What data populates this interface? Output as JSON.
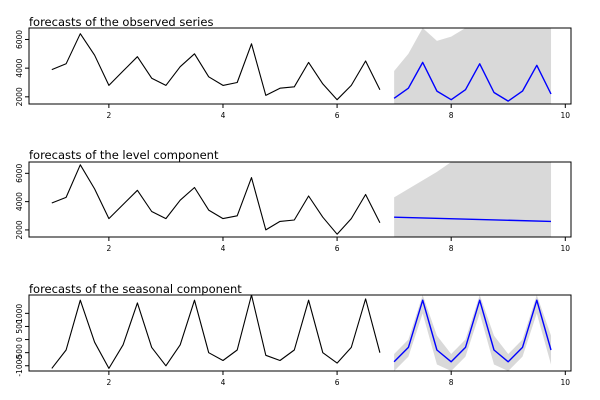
{
  "colors": {
    "observed": "#000000",
    "forecast": "#0000ff",
    "interval": "#d9d9d9",
    "axis": "#000000"
  },
  "chart_data": [
    {
      "type": "line",
      "title": "forecasts of the observed series",
      "xlabel": "",
      "ylabel": "",
      "xlim": [
        0.6,
        10.1
      ],
      "ylim": [
        1500,
        6800
      ],
      "x_ticks": [
        2,
        4,
        6,
        8,
        10
      ],
      "y_ticks": [
        2000,
        4000,
        6000
      ],
      "series": [
        {
          "role": "observed",
          "x": [
            1.0,
            1.25,
            1.5,
            1.75,
            2.0,
            2.25,
            2.5,
            2.75,
            3.0,
            3.25,
            3.5,
            3.75,
            4.0,
            4.25,
            4.5,
            4.75,
            5.0,
            5.25,
            5.5,
            5.75,
            6.0,
            6.25,
            6.5,
            6.75
          ],
          "y": [
            3900,
            4300,
            6400,
            4900,
            2800,
            3800,
            4800,
            3300,
            2800,
            4100,
            5000,
            3400,
            2800,
            3000,
            5700,
            2100,
            2600,
            2700,
            4400,
            2900,
            1800,
            2800,
            4500,
            2500
          ]
        },
        {
          "role": "forecast",
          "x": [
            7.0,
            7.25,
            7.5,
            7.75,
            8.0,
            8.25,
            8.5,
            8.75,
            9.0,
            9.25,
            9.5,
            9.75
          ],
          "y": [
            1900,
            2600,
            4400,
            2400,
            1800,
            2500,
            4300,
            2300,
            1700,
            2400,
            4200,
            2200
          ]
        }
      ],
      "interval": {
        "x": [
          7.0,
          7.25,
          7.5,
          7.75,
          8.0,
          8.25,
          8.5,
          8.75,
          9.0,
          9.25,
          9.5,
          9.75
        ],
        "lower": [
          1500,
          1500,
          1500,
          1500,
          1500,
          1500,
          1500,
          1500,
          1500,
          1500,
          1500,
          1500
        ],
        "upper": [
          3800,
          5000,
          6800,
          5900,
          6200,
          6800,
          6800,
          6800,
          6800,
          6800,
          6800,
          6800
        ]
      }
    },
    {
      "type": "line",
      "title": "forecasts of the level component",
      "xlabel": "",
      "ylabel": "",
      "xlim": [
        0.6,
        10.1
      ],
      "ylim": [
        1500,
        6800
      ],
      "x_ticks": [
        2,
        4,
        6,
        8,
        10
      ],
      "y_ticks": [
        2000,
        4000,
        6000
      ],
      "series": [
        {
          "role": "observed",
          "x": [
            1.0,
            1.25,
            1.5,
            1.75,
            2.0,
            2.25,
            2.5,
            2.75,
            3.0,
            3.25,
            3.5,
            3.75,
            4.0,
            4.25,
            4.5,
            4.75,
            5.0,
            5.25,
            5.5,
            5.75,
            6.0,
            6.25,
            6.5,
            6.75
          ],
          "y": [
            3900,
            4300,
            6600,
            4900,
            2800,
            3800,
            4800,
            3300,
            2800,
            4100,
            5000,
            3400,
            2800,
            3000,
            5700,
            2000,
            2600,
            2700,
            4400,
            2900,
            1700,
            2800,
            4500,
            2500
          ]
        },
        {
          "role": "forecast",
          "x": [
            7.0,
            9.75
          ],
          "y": [
            2900,
            2600
          ]
        }
      ],
      "interval": {
        "x": [
          7.0,
          7.25,
          7.5,
          7.75,
          8.0,
          8.25,
          8.5,
          8.75,
          9.0,
          9.25,
          9.5,
          9.75
        ],
        "lower": [
          1500,
          1500,
          1500,
          1500,
          1500,
          1500,
          1500,
          1500,
          1500,
          1500,
          1500,
          1500
        ],
        "upper": [
          4300,
          4900,
          5500,
          6100,
          6800,
          6800,
          6800,
          6800,
          6800,
          6800,
          6800,
          6800
        ]
      }
    },
    {
      "type": "line",
      "title": "forecasts of the seasonal component",
      "xlabel": "",
      "ylabel": "",
      "xlim": [
        0.6,
        10.1
      ],
      "ylim": [
        -1200,
        1700
      ],
      "x_ticks": [
        2,
        4,
        6,
        8,
        10
      ],
      "y_ticks": [
        -1000,
        -500,
        0,
        500,
        1000
      ],
      "series": [
        {
          "role": "observed",
          "x": [
            1.0,
            1.25,
            1.5,
            1.75,
            2.0,
            2.25,
            2.5,
            2.75,
            3.0,
            3.25,
            3.5,
            3.75,
            4.0,
            4.25,
            4.5,
            4.75,
            5.0,
            5.25,
            5.5,
            5.75,
            6.0,
            6.25,
            6.5,
            6.75
          ],
          "y": [
            -1100,
            -400,
            1500,
            -100,
            -1100,
            -200,
            1400,
            -300,
            -1000,
            -200,
            1500,
            -500,
            -800,
            -400,
            1700,
            -600,
            -800,
            -400,
            1500,
            -500,
            -900,
            -300,
            1550,
            -500
          ]
        },
        {
          "role": "forecast",
          "x": [
            7.0,
            7.25,
            7.5,
            7.75,
            8.0,
            8.25,
            8.5,
            8.75,
            9.0,
            9.25,
            9.5,
            9.75
          ],
          "y": [
            -850,
            -300,
            1500,
            -400,
            -850,
            -300,
            1500,
            -400,
            -850,
            -300,
            1500,
            -400
          ]
        }
      ],
      "interval": {
        "x": [
          7.0,
          7.25,
          7.5,
          7.75,
          8.0,
          8.25,
          8.5,
          8.75,
          9.0,
          9.25,
          9.5,
          9.75
        ],
        "lower": [
          -1200,
          -650,
          1000,
          -950,
          -1200,
          -650,
          1000,
          -950,
          -1200,
          -650,
          1000,
          -950
        ],
        "upper": [
          -550,
          0,
          1700,
          150,
          -550,
          0,
          1700,
          150,
          -550,
          0,
          1700,
          150
        ]
      }
    }
  ]
}
